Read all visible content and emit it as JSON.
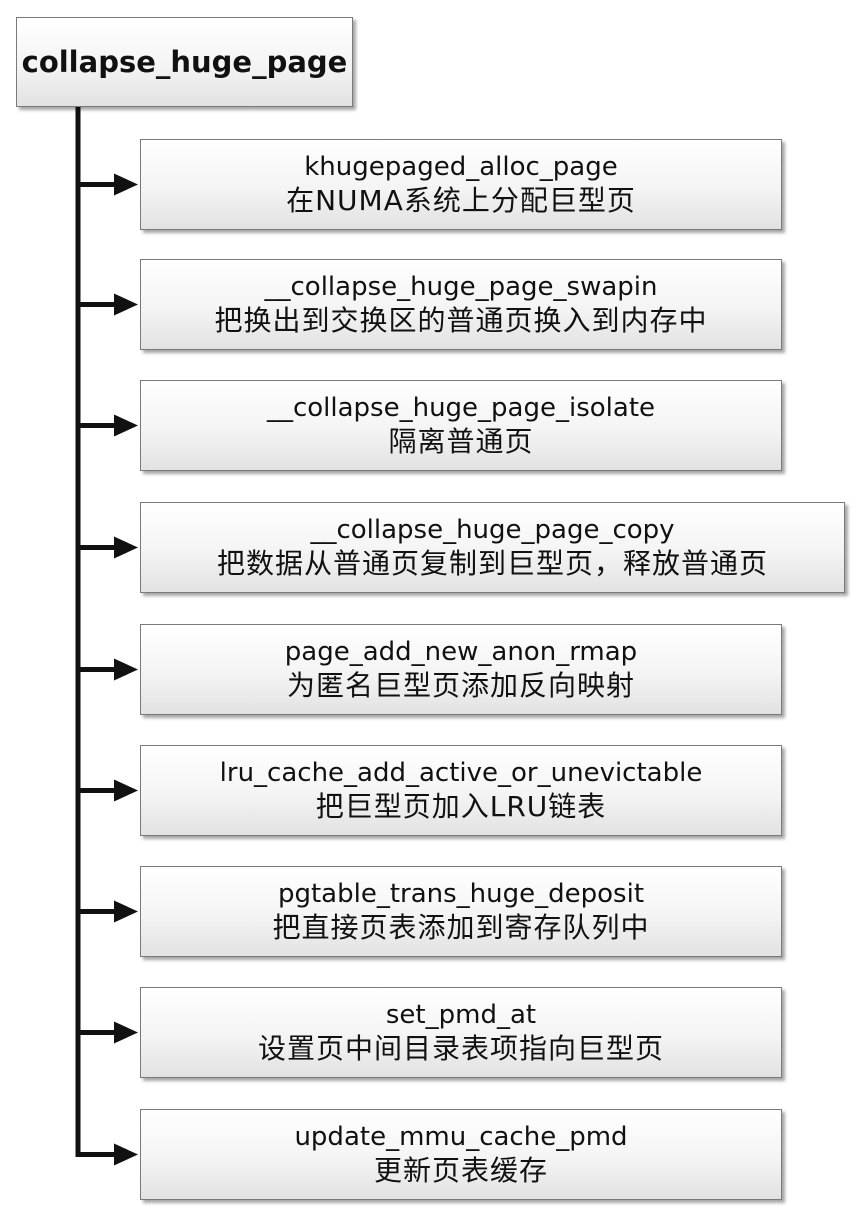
{
  "root": {
    "label": "collapse_huge_page"
  },
  "steps": [
    {
      "fn": "khugepaged_alloc_page",
      "desc": "在NUMA系统上分配巨型页"
    },
    {
      "fn": "__collapse_huge_page_swapin",
      "desc": "把换出到交换区的普通页换入到内存中"
    },
    {
      "fn": "__collapse_huge_page_isolate",
      "desc": "隔离普通页"
    },
    {
      "fn": "__collapse_huge_page_copy",
      "desc": "把数据从普通页复制到巨型页，释放普通页"
    },
    {
      "fn": "page_add_new_anon_rmap",
      "desc": "为匿名巨型页添加反向映射"
    },
    {
      "fn": "lru_cache_add_active_or_unevictable",
      "desc": "把巨型页加入LRU链表"
    },
    {
      "fn": "pgtable_trans_huge_deposit",
      "desc": "把直接页表添加到寄存队列中"
    },
    {
      "fn": "set_pmd_at",
      "desc": "设置页中间目录表项指向巨型页"
    },
    {
      "fn": "update_mmu_cache_pmd",
      "desc": "更新页表缓存"
    }
  ]
}
